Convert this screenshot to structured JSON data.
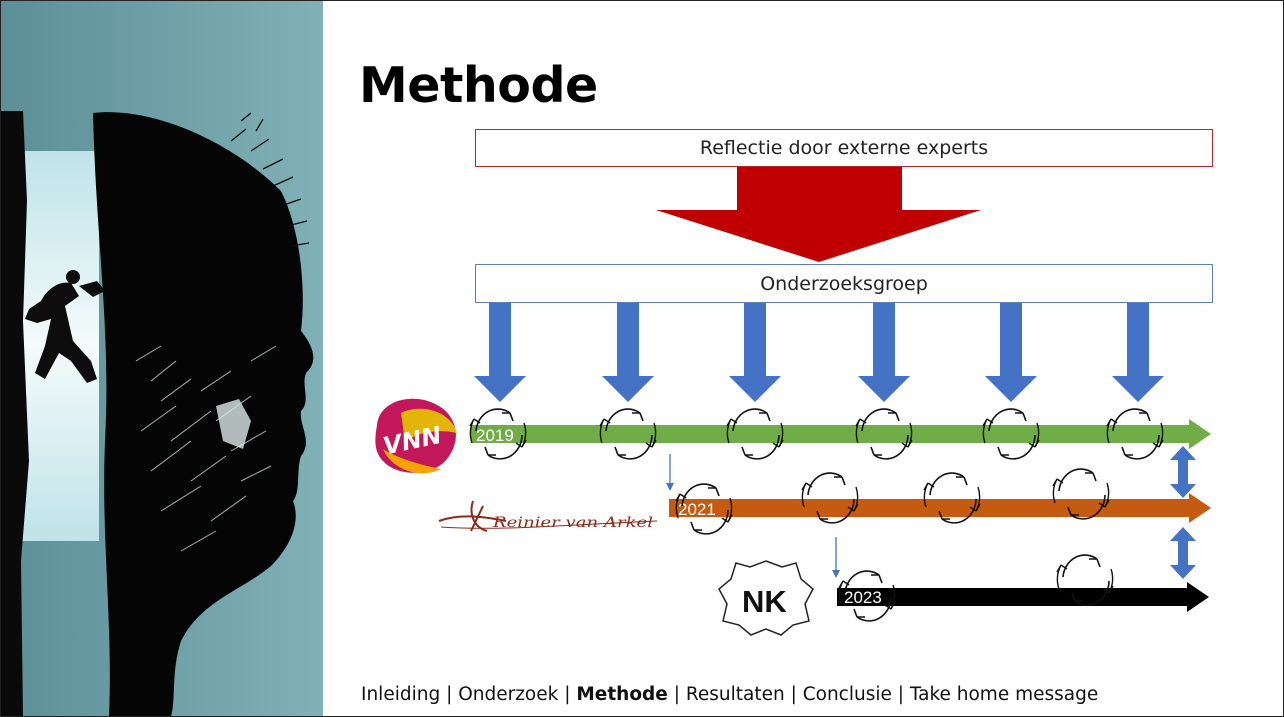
{
  "slide": {
    "title": "Methode",
    "expert_box": "Reflectie door externe experts",
    "group_box": "Onderzoeksgroep",
    "timelines": [
      {
        "year": "2019",
        "color": "#70ad47",
        "logo": "VNN"
      },
      {
        "year": "2021",
        "color": "#c55a11",
        "logo": "Reinier van Arkel"
      },
      {
        "year": "2023",
        "color": "#000000",
        "logo": "NK"
      }
    ],
    "logos": {
      "vnn": "VNN",
      "nk": "NK"
    },
    "colors": {
      "red_arrow": "#c00000",
      "blue_arrow": "#4472c4",
      "green": "#70ad47",
      "orange": "#c55a11",
      "black": "#000000"
    },
    "nav": {
      "items": [
        "Inleiding",
        "Onderzoek",
        "Methode",
        "Resultaten",
        "Conclusie",
        "Take home message"
      ],
      "current": "Methode",
      "separator": " | "
    }
  }
}
